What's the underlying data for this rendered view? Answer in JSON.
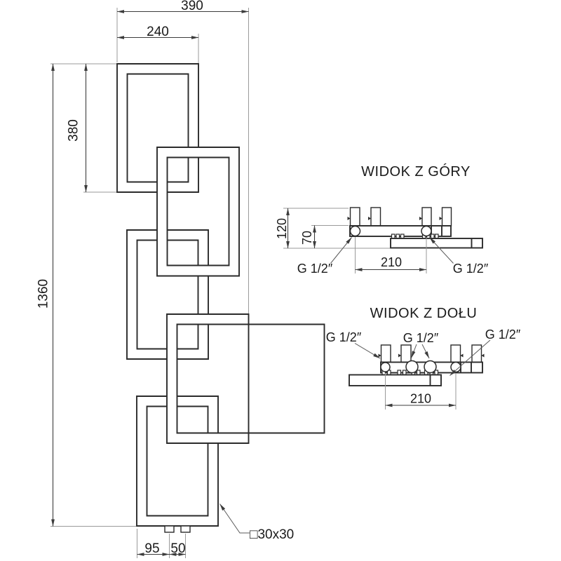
{
  "front_view": {
    "dim_total_width": "390",
    "dim_top_frame_width": "240",
    "dim_frame_height": "380",
    "dim_total_height": "1360",
    "dim_bottom_offset": "95",
    "dim_conn_spacing": "50",
    "profile_label": "□30x30"
  },
  "top_view": {
    "title": "WIDOK Z GÓRY",
    "dim_total_depth": "120",
    "dim_axis_depth": "70",
    "dim_conn_spacing": "210",
    "conn_left": "G 1/2″",
    "conn_right": "G 1/2″"
  },
  "bottom_view": {
    "title": "WIDOK Z DOŁU",
    "dim_conn_spacing": "210",
    "conn_left": "G 1/2″",
    "conn_middle": "G 1/2″",
    "conn_right": "G 1/2″"
  },
  "colors": {
    "background": "#ffffff",
    "line": "#2b2b2b",
    "dimension": "#3c3c3c",
    "extension": "#9a9a9a",
    "text": "#1a1a1a"
  }
}
